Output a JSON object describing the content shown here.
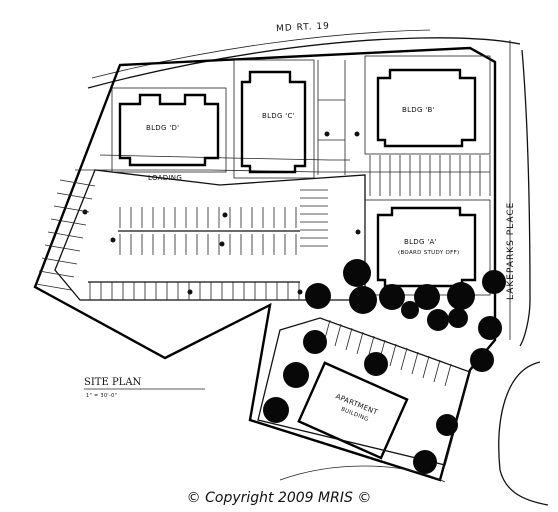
{
  "labels": {
    "road_top": "MD RT. 19",
    "road_right": "LAKEPARKS PLACE",
    "bldg_d": "BLDG 'D'",
    "bldg_c": "BLDG 'C'",
    "bldg_b": "BLDG 'B'",
    "bldg_a": "BLDG 'A'",
    "bldg_a_sub": "(BOARD STUDY OFF)",
    "apartment_1": "APARTMENT",
    "apartment_2": "BUILDING",
    "loading": "LOADING",
    "site_plan": "SITE PLAN",
    "scale": "1\" = 30'-0\""
  },
  "footer": {
    "copyright": "© Copyright 2009 MRIS ©"
  },
  "colors": {
    "ink": "#111111",
    "paper": "#ffffff"
  }
}
